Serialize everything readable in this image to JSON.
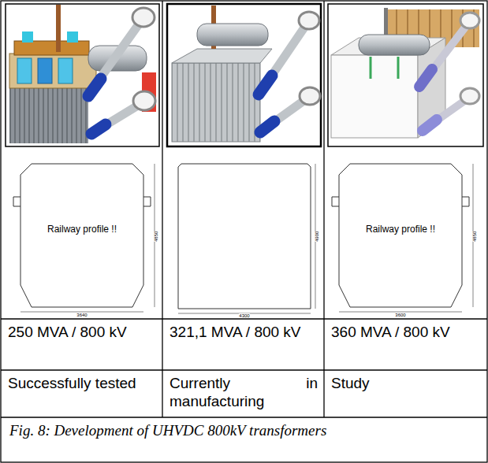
{
  "diagram": {
    "caption": "Fig. 8: Development of UHVDC 800kV transformers",
    "nodes": [
      {
        "text": [
          "250 MVA / 800 kV"
        ]
      },
      {
        "text": [
          "321,1 MVA / 800 kV"
        ]
      },
      {
        "text": [
          "360 MVA / 800 kV"
        ]
      },
      {
        "text": [
          "Successfully tested"
        ]
      },
      {
        "text": [
          "Currently in manufacturing"
        ]
      },
      {
        "text": [
          "Study"
        ]
      }
    ],
    "labels": [
      "4850",
      "Railway profile !!",
      "3640",
      "4900",
      "4300",
      "4850",
      "Railway profile !!",
      "3600"
    ]
  }
}
